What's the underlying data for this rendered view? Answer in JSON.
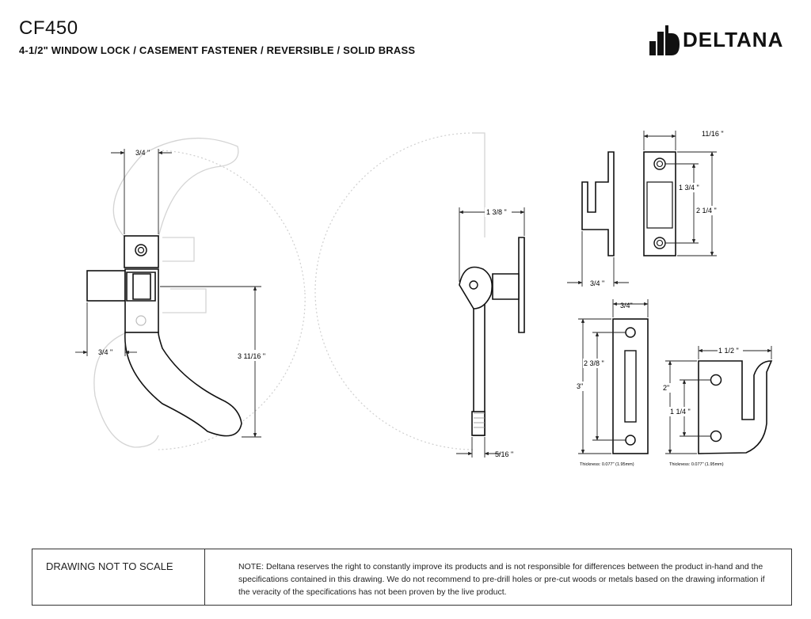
{
  "header": {
    "title": "CF450",
    "subtitle": "4-1/2\" WINDOW LOCK / CASEMENT FASTENER / REVERSIBLE / SOLID BRASS",
    "brand": "DELTANA"
  },
  "dimensions": {
    "front_top_width": "3/4 \"",
    "front_left_width": "3/4 \"",
    "front_height": "3 11/16  \"",
    "side_width": "1 3/8 \"",
    "side_bottom_width": "5/16 \"",
    "keeper_top_width": "11/16 \"",
    "keeper_hole_spacing": "1 3/4 \"",
    "keeper_height": "2 1/4 \"",
    "keeper_side_width": "3/4 \"",
    "plate_width": "3/4\"",
    "plate_hole_spacing": "2 3/8 \"",
    "plate_height": "3\"",
    "hook_width": "1 1/2 \"",
    "hook_height": "2\"",
    "hook_hole_spacing": "1 1/4 \""
  },
  "notes": {
    "plate_thickness": "Thickness: 0.077\" (1.95mm)",
    "hook_thickness": "Thickness: 0.077\" (1.95mm)"
  },
  "footer": {
    "scale_note": "DRAWING NOT TO SCALE",
    "disclaimer": "NOTE: Deltana reserves the right to constantly improve its products and is not responsible for differences between the product in-hand and the specifications contained in this drawing.  We do not recommend to pre-drill holes or pre-cut woods or metals based on the drawing information if the veracity of the specifications has not been proven by the live product."
  }
}
